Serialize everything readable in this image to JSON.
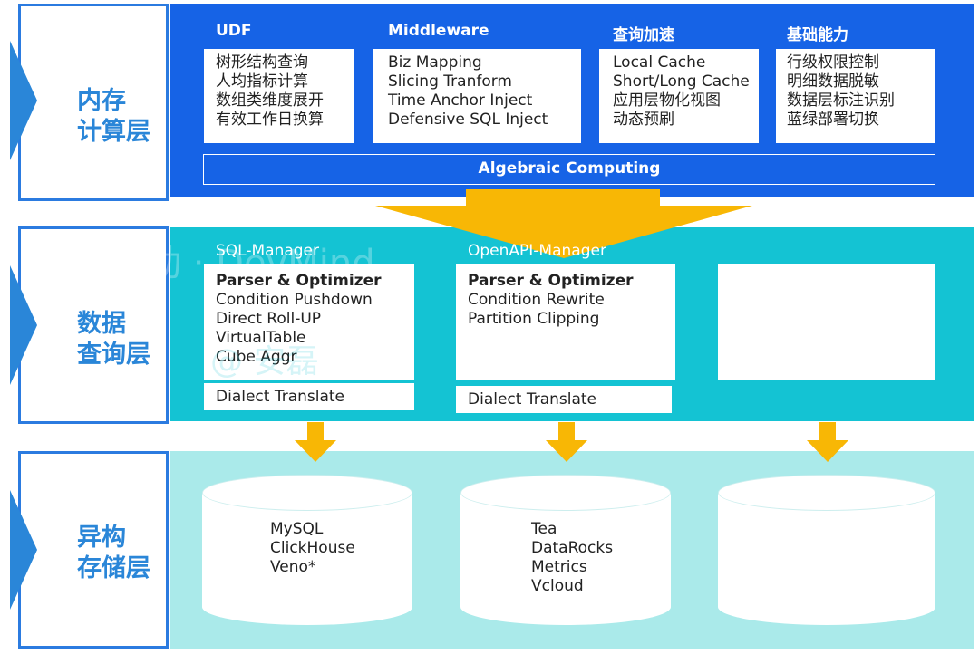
{
  "layers": [
    {
      "line1": "内存",
      "line2": "计算层"
    },
    {
      "line1": "数据",
      "line2": "查询层"
    },
    {
      "line1": "异构",
      "line2": "存储层"
    }
  ],
  "memory": {
    "columns": [
      {
        "title": "UDF",
        "lines": [
          "树形结构查询",
          "人均指标计算",
          "数组类维度展开",
          "有效工作日换算"
        ]
      },
      {
        "title": "Middleware",
        "lines": [
          "Biz Mapping",
          "Slicing Tranform",
          "Time Anchor Inject",
          "Defensive SQL Inject"
        ]
      },
      {
        "title": "查询加速",
        "lines": [
          "Local Cache",
          "Short/Long Cache",
          "应用层物化视图",
          "动态预刷"
        ]
      },
      {
        "title": "基础能力",
        "lines": [
          "行级权限控制",
          "明细数据脱敏",
          "数据层标注识别",
          "蓝绿部署切换"
        ]
      }
    ],
    "algebraic": "Algebraic Computing"
  },
  "query": {
    "sql": {
      "title": "SQL-Manager",
      "heading": "Parser & Optimizer",
      "lines": [
        "Condition Pushdown",
        "Direct Roll-UP",
        "VirtualTable",
        "Cube Aggr"
      ],
      "dialect": "Dialect Translate"
    },
    "openapi": {
      "title": "OpenAPI-Manager",
      "heading": "Parser & Optimizer",
      "lines": [
        "Condition Rewrite",
        "Partition Clipping"
      ],
      "dialect": "Dialect Translate"
    }
  },
  "storage": {
    "db1": [
      "MySQL",
      "ClickHouse",
      "Veno*"
    ],
    "db2": [
      "Tea",
      "DataRocks",
      "Metrics",
      "Vcloud"
    ]
  },
  "watermark": {
    "line1": "字节跳动 · DevMind",
    "line2": "@ 安磊"
  },
  "colors": {
    "memory_band": "#1663e6",
    "query_band": "#14c3d3",
    "storage_band": "#aaeaea",
    "arrow": "#f8b705",
    "label": "#2a86d8"
  }
}
